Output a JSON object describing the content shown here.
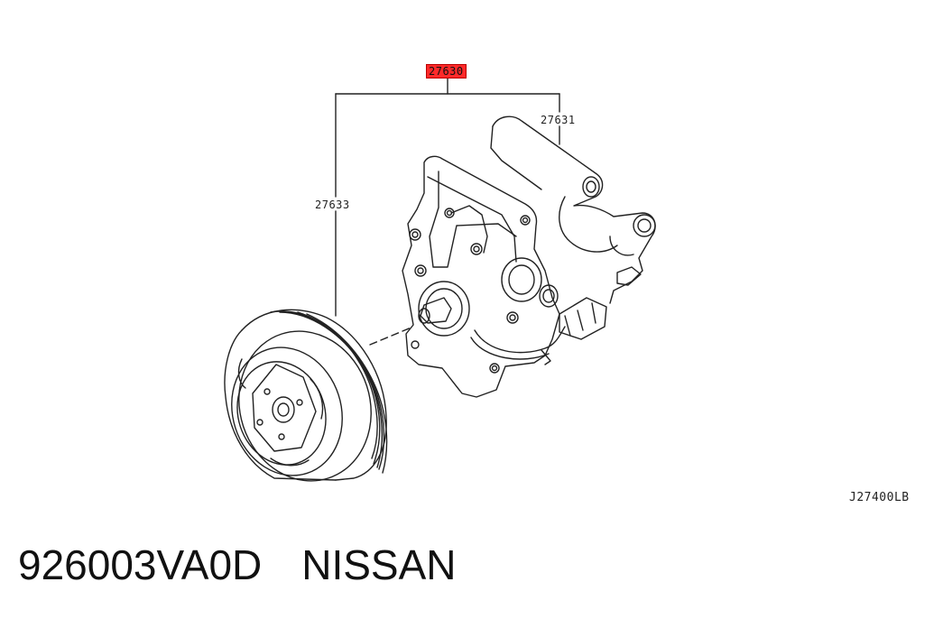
{
  "callouts": {
    "assembly": "27630",
    "compressor": "27631",
    "clutch": "27633"
  },
  "figure_ref": "J27400LB",
  "caption": {
    "part_number": "926003VA0D",
    "brand": "NISSAN"
  },
  "colors": {
    "highlight": "#ff2a2a",
    "line": "#222222"
  }
}
